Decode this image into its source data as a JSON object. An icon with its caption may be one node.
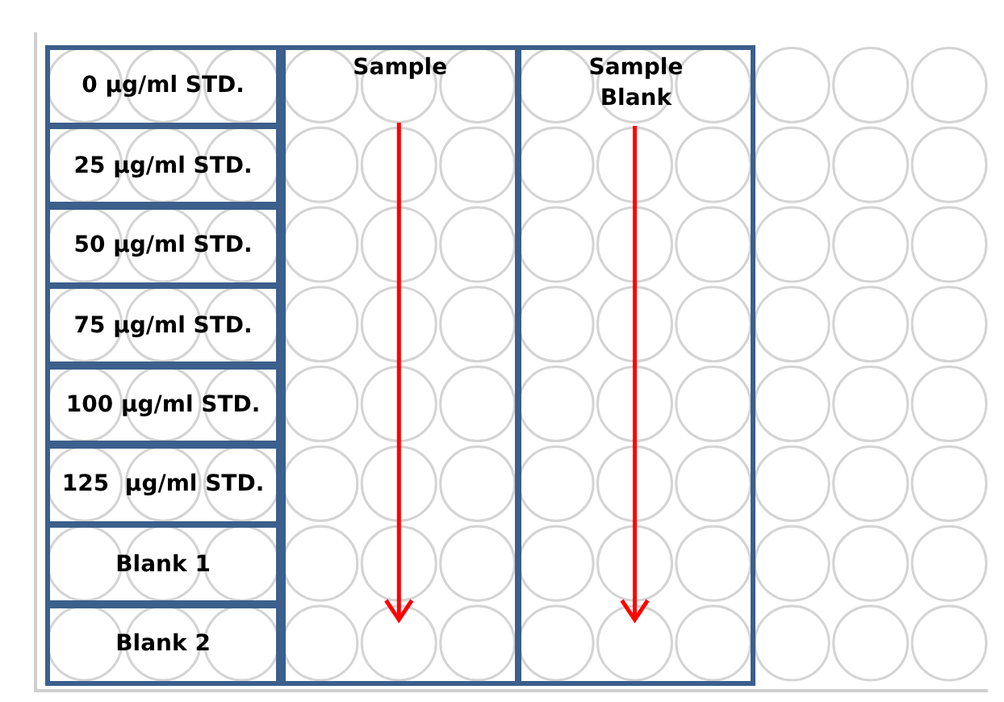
{
  "diagram": {
    "nodes": [
      {
        "text": [
          "0 µg/ml STD."
        ]
      },
      {
        "text": [
          "25 µg/ml STD."
        ]
      },
      {
        "text": [
          "50 µg/ml STD."
        ]
      },
      {
        "text": [
          "75 µg/ml STD."
        ]
      },
      {
        "text": [
          "100 µg/ml STD."
        ]
      },
      {
        "text": [
          "125  µg/ml STD."
        ]
      },
      {
        "text": [
          "Blank 1"
        ]
      },
      {
        "text": [
          "Blank 2"
        ]
      },
      {
        "text": [
          "Sample"
        ]
      },
      {
        "text": [
          "Sample Blank"
        ]
      }
    ]
  }
}
